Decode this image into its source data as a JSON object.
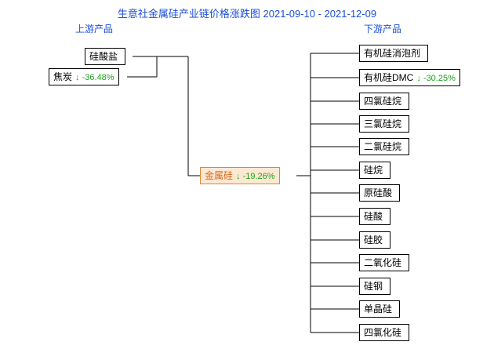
{
  "title": "生意社金属硅产业链价格涨跌图  2021-09-10 - 2021-12-09",
  "headings": {
    "upstream": "上游产品",
    "downstream": "下游产品"
  },
  "colors": {
    "title": "#1a4fd6",
    "heading": "#1a4fd6",
    "down_pct": "#1ba51b",
    "center_fill": "#fde8d2",
    "center_border": "#d98a3a",
    "center_text": "#d2691e",
    "node_border": "#000000",
    "background": "#ffffff"
  },
  "center": {
    "label": "金属硅",
    "pct": "↓ -19.26%"
  },
  "upstream": [
    {
      "label": "硅酸盐",
      "pct": ""
    },
    {
      "label": "焦炭",
      "pct": "↓ -36.48%"
    }
  ],
  "downstream": [
    {
      "label": "有机硅消泡剂",
      "pct": ""
    },
    {
      "label": "有机硅DMC",
      "pct": "↓ -30.25%"
    },
    {
      "label": "四氯硅烷",
      "pct": ""
    },
    {
      "label": "三氯硅烷",
      "pct": ""
    },
    {
      "label": "二氯硅烷",
      "pct": ""
    },
    {
      "label": "硅烷",
      "pct": ""
    },
    {
      "label": "原硅酸",
      "pct": ""
    },
    {
      "label": "硅酸",
      "pct": ""
    },
    {
      "label": "硅胶",
      "pct": ""
    },
    {
      "label": "二氧化硅",
      "pct": ""
    },
    {
      "label": "硅钢",
      "pct": ""
    },
    {
      "label": "单晶硅",
      "pct": ""
    },
    {
      "label": "四氯化硅",
      "pct": ""
    }
  ]
}
